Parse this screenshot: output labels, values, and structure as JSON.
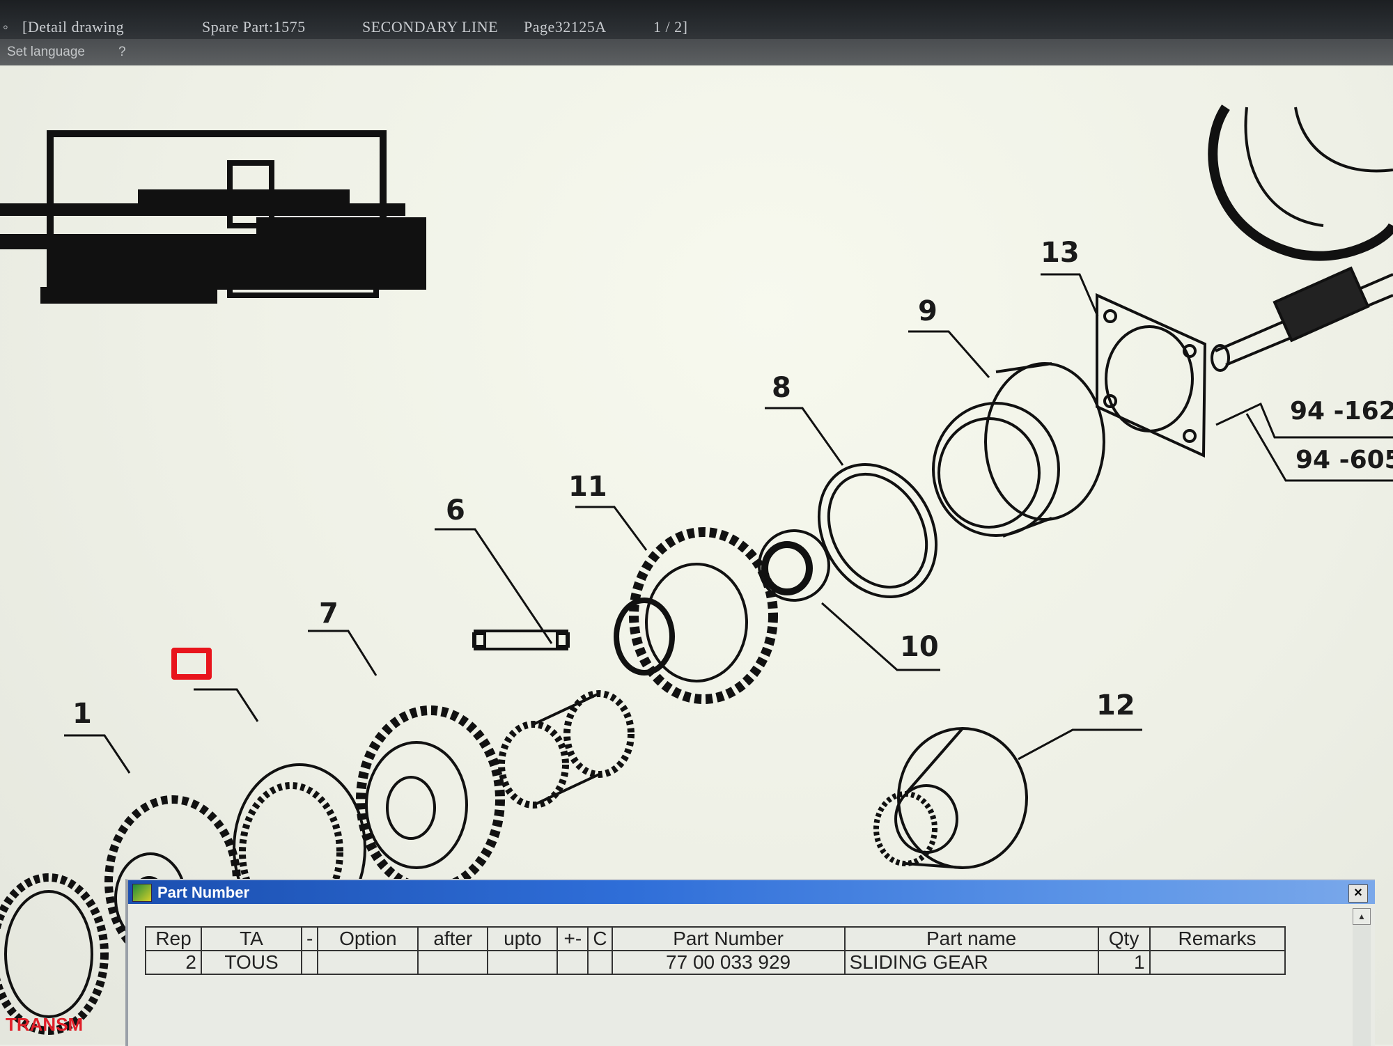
{
  "titlebar": {
    "app": "[Detail drawing",
    "spare_part": "Spare Part:1575",
    "section": "SECONDARY LINE",
    "page": "Page32125A",
    "pagination": "1 / 2]"
  },
  "menu": {
    "set_language": "Set language",
    "help": "?"
  },
  "drawing": {
    "callouts": [
      "1",
      "7",
      "6",
      "11",
      "8",
      "9",
      "13",
      "10",
      "12"
    ],
    "refs": [
      "94 -162",
      "94 -605"
    ],
    "footer": "TRANSM"
  },
  "dialog": {
    "title": "Part Number",
    "close": "×",
    "columns": [
      "Rep",
      "TA",
      "-",
      "Option",
      "after",
      "upto",
      "+-",
      "C",
      "Part Number",
      "Part name",
      "Qty",
      "Remarks"
    ],
    "rows": [
      {
        "rep": "2",
        "ta": "TOUS",
        "dash": "",
        "option": "",
        "after": "",
        "upto": "",
        "pm": "",
        "c": "",
        "part_number": "77 00 033 929",
        "part_name": "SLIDING GEAR",
        "qty": "1",
        "remarks": ""
      }
    ]
  },
  "colors": {
    "highlight": "#e8141c",
    "dialog_title": "#2f6ed8"
  }
}
